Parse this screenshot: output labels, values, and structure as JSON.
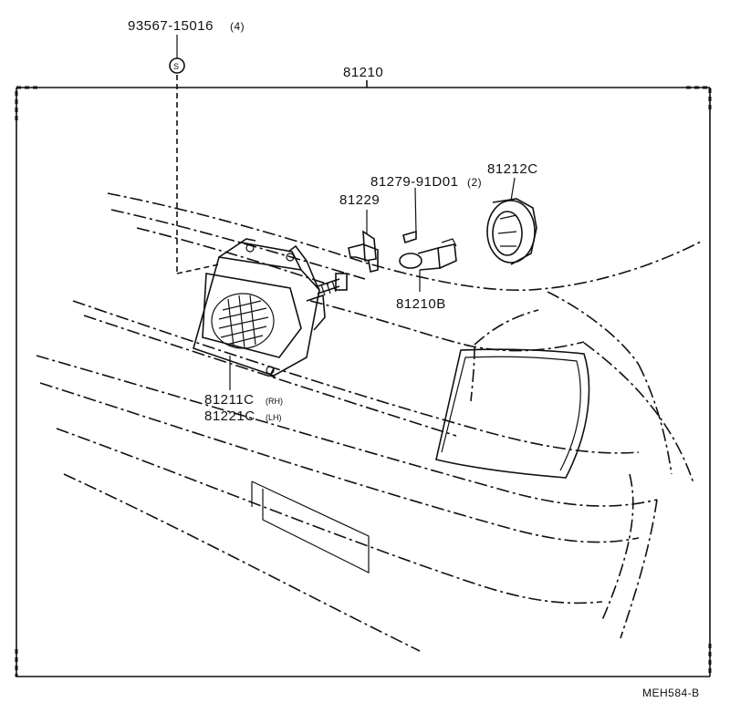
{
  "labels": {
    "bolt": "93567-15016",
    "bolt_qty": "(4)",
    "assembly": "81210",
    "screw": "81279-91D01",
    "screw_qty": "(2)",
    "socket": "81212C",
    "bracket": "81229",
    "bulb": "81210B",
    "unit_rh": "81211C",
    "unit_rh_side": "(RH)",
    "unit_lh": "81221C",
    "unit_lh_side": "(LH)",
    "s_marker": "S",
    "figure_code": "MEH584-B"
  }
}
